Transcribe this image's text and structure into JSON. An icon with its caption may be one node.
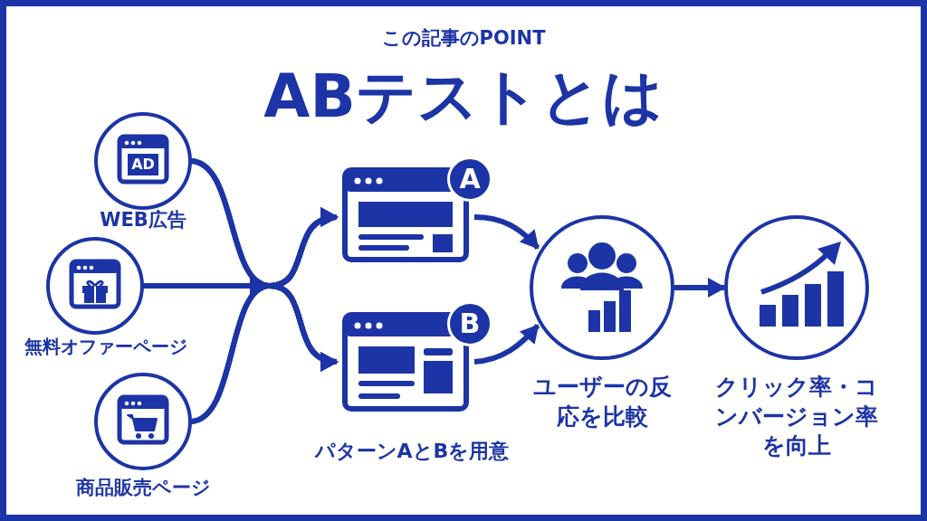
{
  "diagram": {
    "title": "ABテストとは",
    "nodes": [
      {
        "text": [
          "AD",
          "WEB広告"
        ]
      },
      {
        "text": [
          "無料オファーページ"
        ]
      },
      {
        "text": [
          "商品販売ページ"
        ]
      },
      {
        "text": [
          "A"
        ]
      },
      {
        "text": [
          "B"
        ]
      },
      {
        "text": [
          "ユーザーの反応を比較"
        ]
      },
      {
        "text": [
          "クリック率・コンバージョン率を向上"
        ]
      }
    ],
    "edges": [
      {
        "from": 0,
        "to": 3,
        "arrow": "to"
      },
      {
        "from": 0,
        "to": 4,
        "arrow": "to"
      },
      {
        "from": 1,
        "to": 3,
        "arrow": "to"
      },
      {
        "from": 1,
        "to": 4,
        "arrow": "to"
      },
      {
        "from": 2,
        "to": 3,
        "arrow": "to"
      },
      {
        "from": 2,
        "to": 4,
        "arrow": "to"
      },
      {
        "from": 3,
        "to": 5,
        "arrow": "to"
      },
      {
        "from": 4,
        "to": 5,
        "arrow": "to"
      },
      {
        "from": 5,
        "to": 6,
        "arrow": "to"
      }
    ],
    "labels": [
      "この記事のPOINT",
      "パターンAとBを用意"
    ]
  }
}
